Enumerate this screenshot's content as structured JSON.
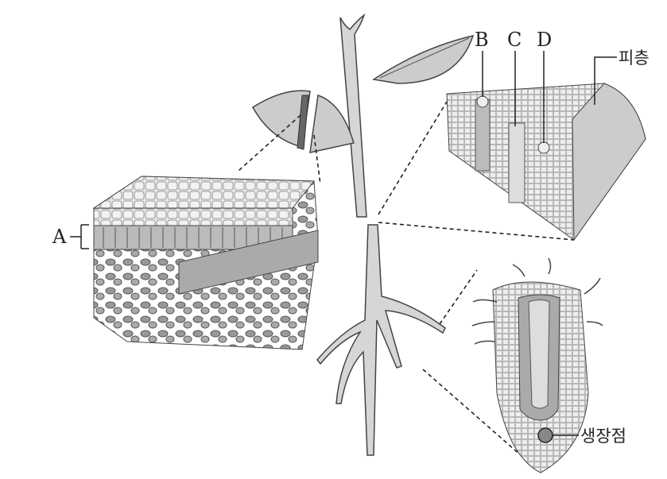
{
  "labels": {
    "a": "A",
    "b": "B",
    "c": "C",
    "d": "D",
    "cortex": "피층",
    "growth_point": "생장점"
  }
}
